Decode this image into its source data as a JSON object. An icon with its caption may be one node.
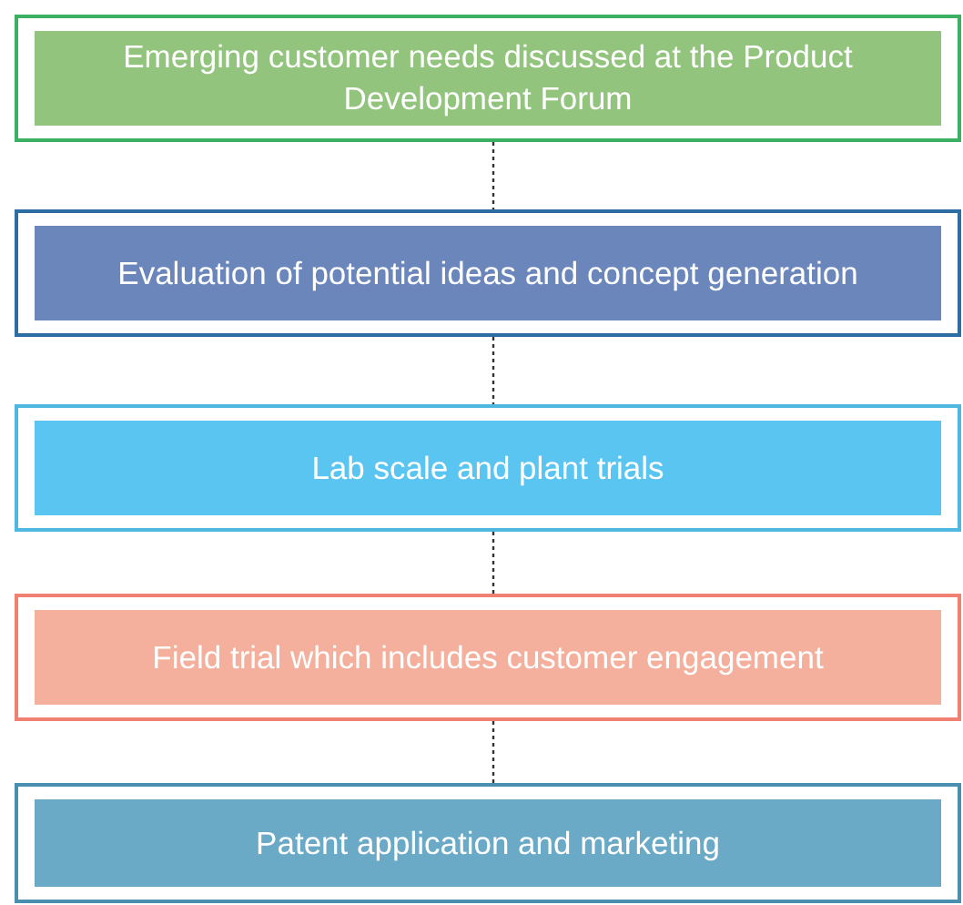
{
  "diagram": {
    "nodes": [
      {
        "text": [
          "Emerging customer needs discussed at the Product Development Forum"
        ]
      },
      {
        "text": [
          "Evaluation of potential ideas and concept generation"
        ]
      },
      {
        "text": [
          "Lab scale and plant trials"
        ]
      },
      {
        "text": [
          "Field trial which includes customer engagement"
        ]
      },
      {
        "text": [
          "Patent application and marketing"
        ]
      }
    ],
    "edges": [
      {
        "from": 0,
        "to": 1,
        "arrow": "none",
        "style": "dashed"
      },
      {
        "from": 1,
        "to": 2,
        "arrow": "none",
        "style": "dashed"
      },
      {
        "from": 2,
        "to": 3,
        "arrow": "none",
        "style": "dashed"
      },
      {
        "from": 3,
        "to": 4,
        "arrow": "none",
        "style": "dashed"
      }
    ]
  }
}
